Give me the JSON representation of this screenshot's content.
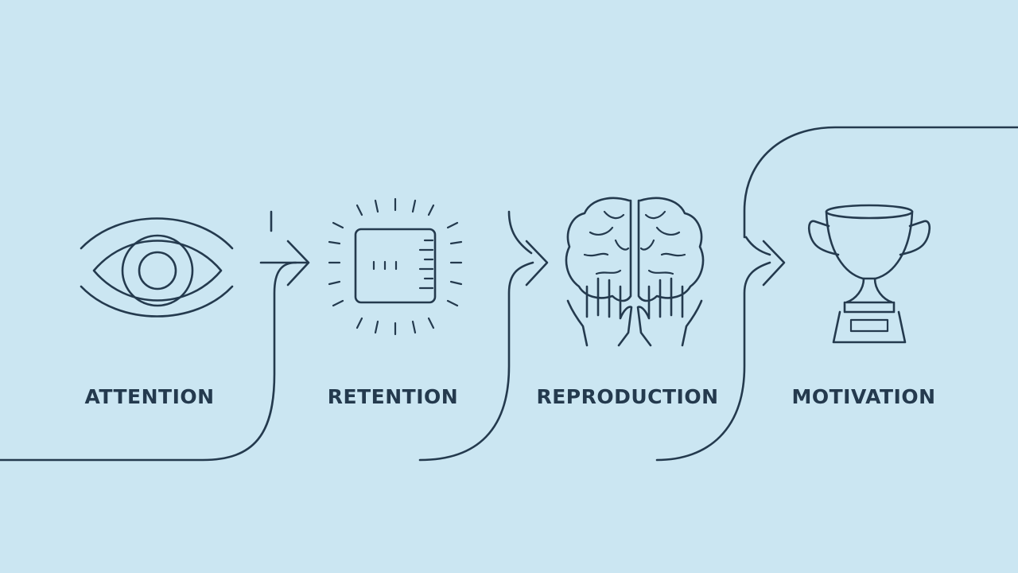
{
  "diagram": {
    "stages": [
      {
        "label": "ATTENTION",
        "icon": "eye-icon"
      },
      {
        "label": "RETENTION",
        "icon": "memory-chip-icon"
      },
      {
        "label": "REPRODUCTION",
        "icon": "brain-hands-icon"
      },
      {
        "label": "MOTIVATION",
        "icon": "trophy-icon"
      }
    ],
    "colors": {
      "background": "#cbe6f2",
      "line": "#243a4e"
    }
  }
}
